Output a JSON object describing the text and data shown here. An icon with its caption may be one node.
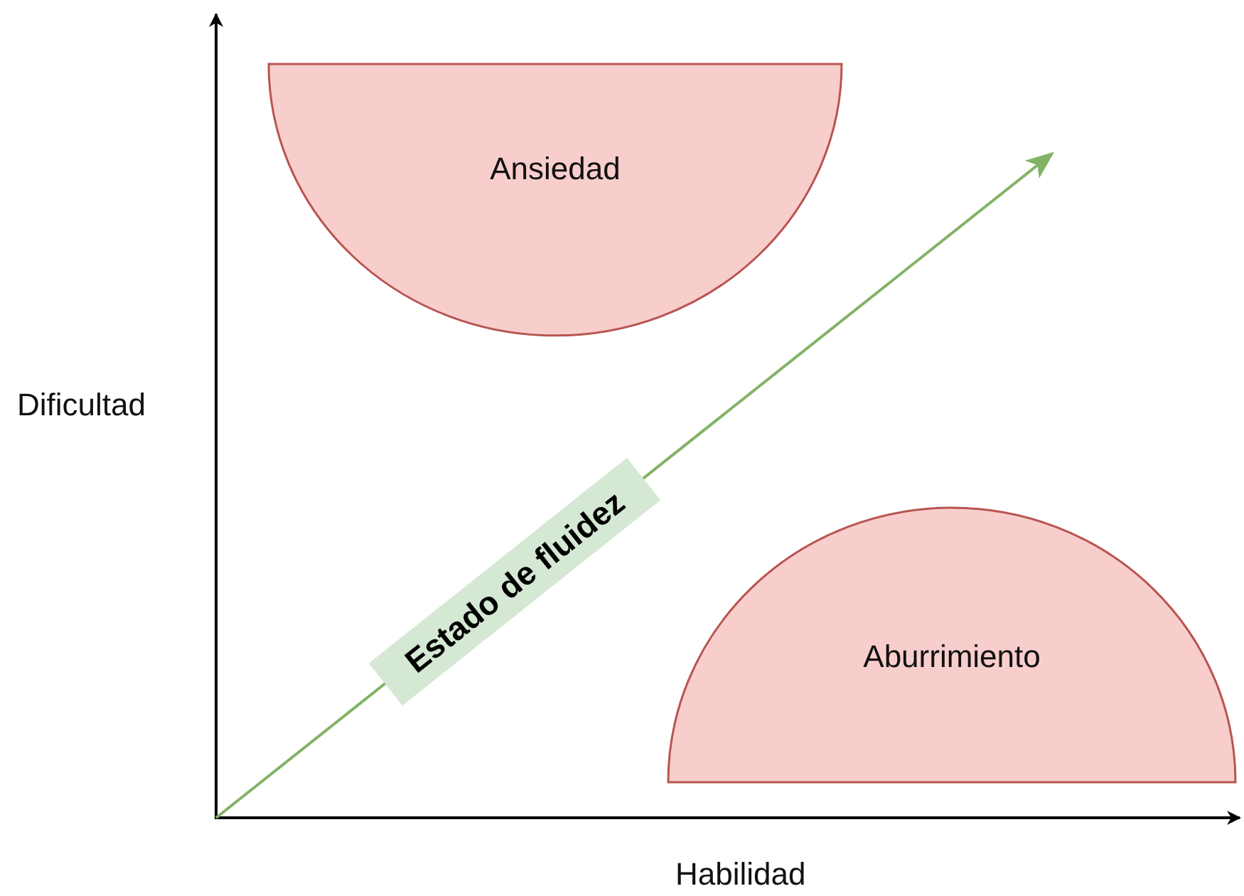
{
  "diagram": {
    "nodes": [
      {
        "text": [
          "Ansiedad"
        ]
      },
      {
        "text": [
          "Aburrimiento"
        ]
      },
      {
        "text": [
          "Estado de fluidez"
        ]
      }
    ],
    "labels": [
      "Dificultad",
      "Habilidad"
    ]
  }
}
